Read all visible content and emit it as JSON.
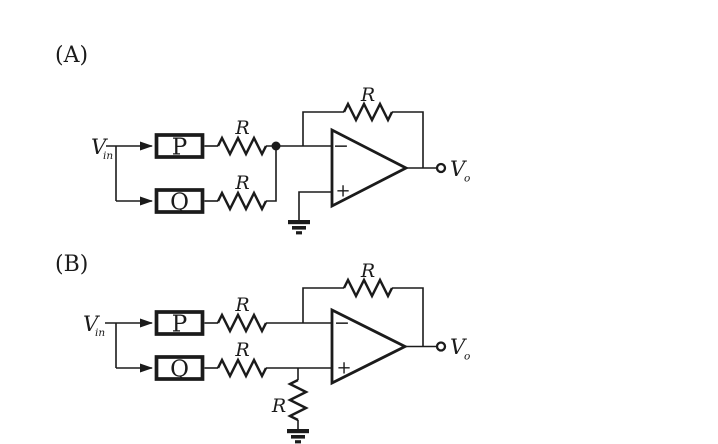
{
  "colors": {
    "ink": "#1b1b1b",
    "background": "#ffffff"
  },
  "circuit_a": {
    "label": "(A)",
    "input": {
      "symbol": "V",
      "subscript": "in"
    },
    "blocks": {
      "p": "P",
      "q": "Q"
    },
    "resistors": {
      "p_branch": "R",
      "q_branch": "R",
      "feedback": "R"
    },
    "opamp": {
      "inverting": "−",
      "noninverting": "+"
    },
    "output": {
      "symbol": "V",
      "subscript": "o"
    }
  },
  "circuit_b": {
    "label": "(B)",
    "input": {
      "symbol": "V",
      "subscript": "in"
    },
    "blocks": {
      "p": "P",
      "q": "Q"
    },
    "resistors": {
      "p_branch": "R",
      "q_branch": "R",
      "feedback": "R",
      "ground": "R"
    },
    "opamp": {
      "inverting": "−",
      "noninverting": "+"
    },
    "output": {
      "symbol": "V",
      "subscript": "o"
    }
  }
}
